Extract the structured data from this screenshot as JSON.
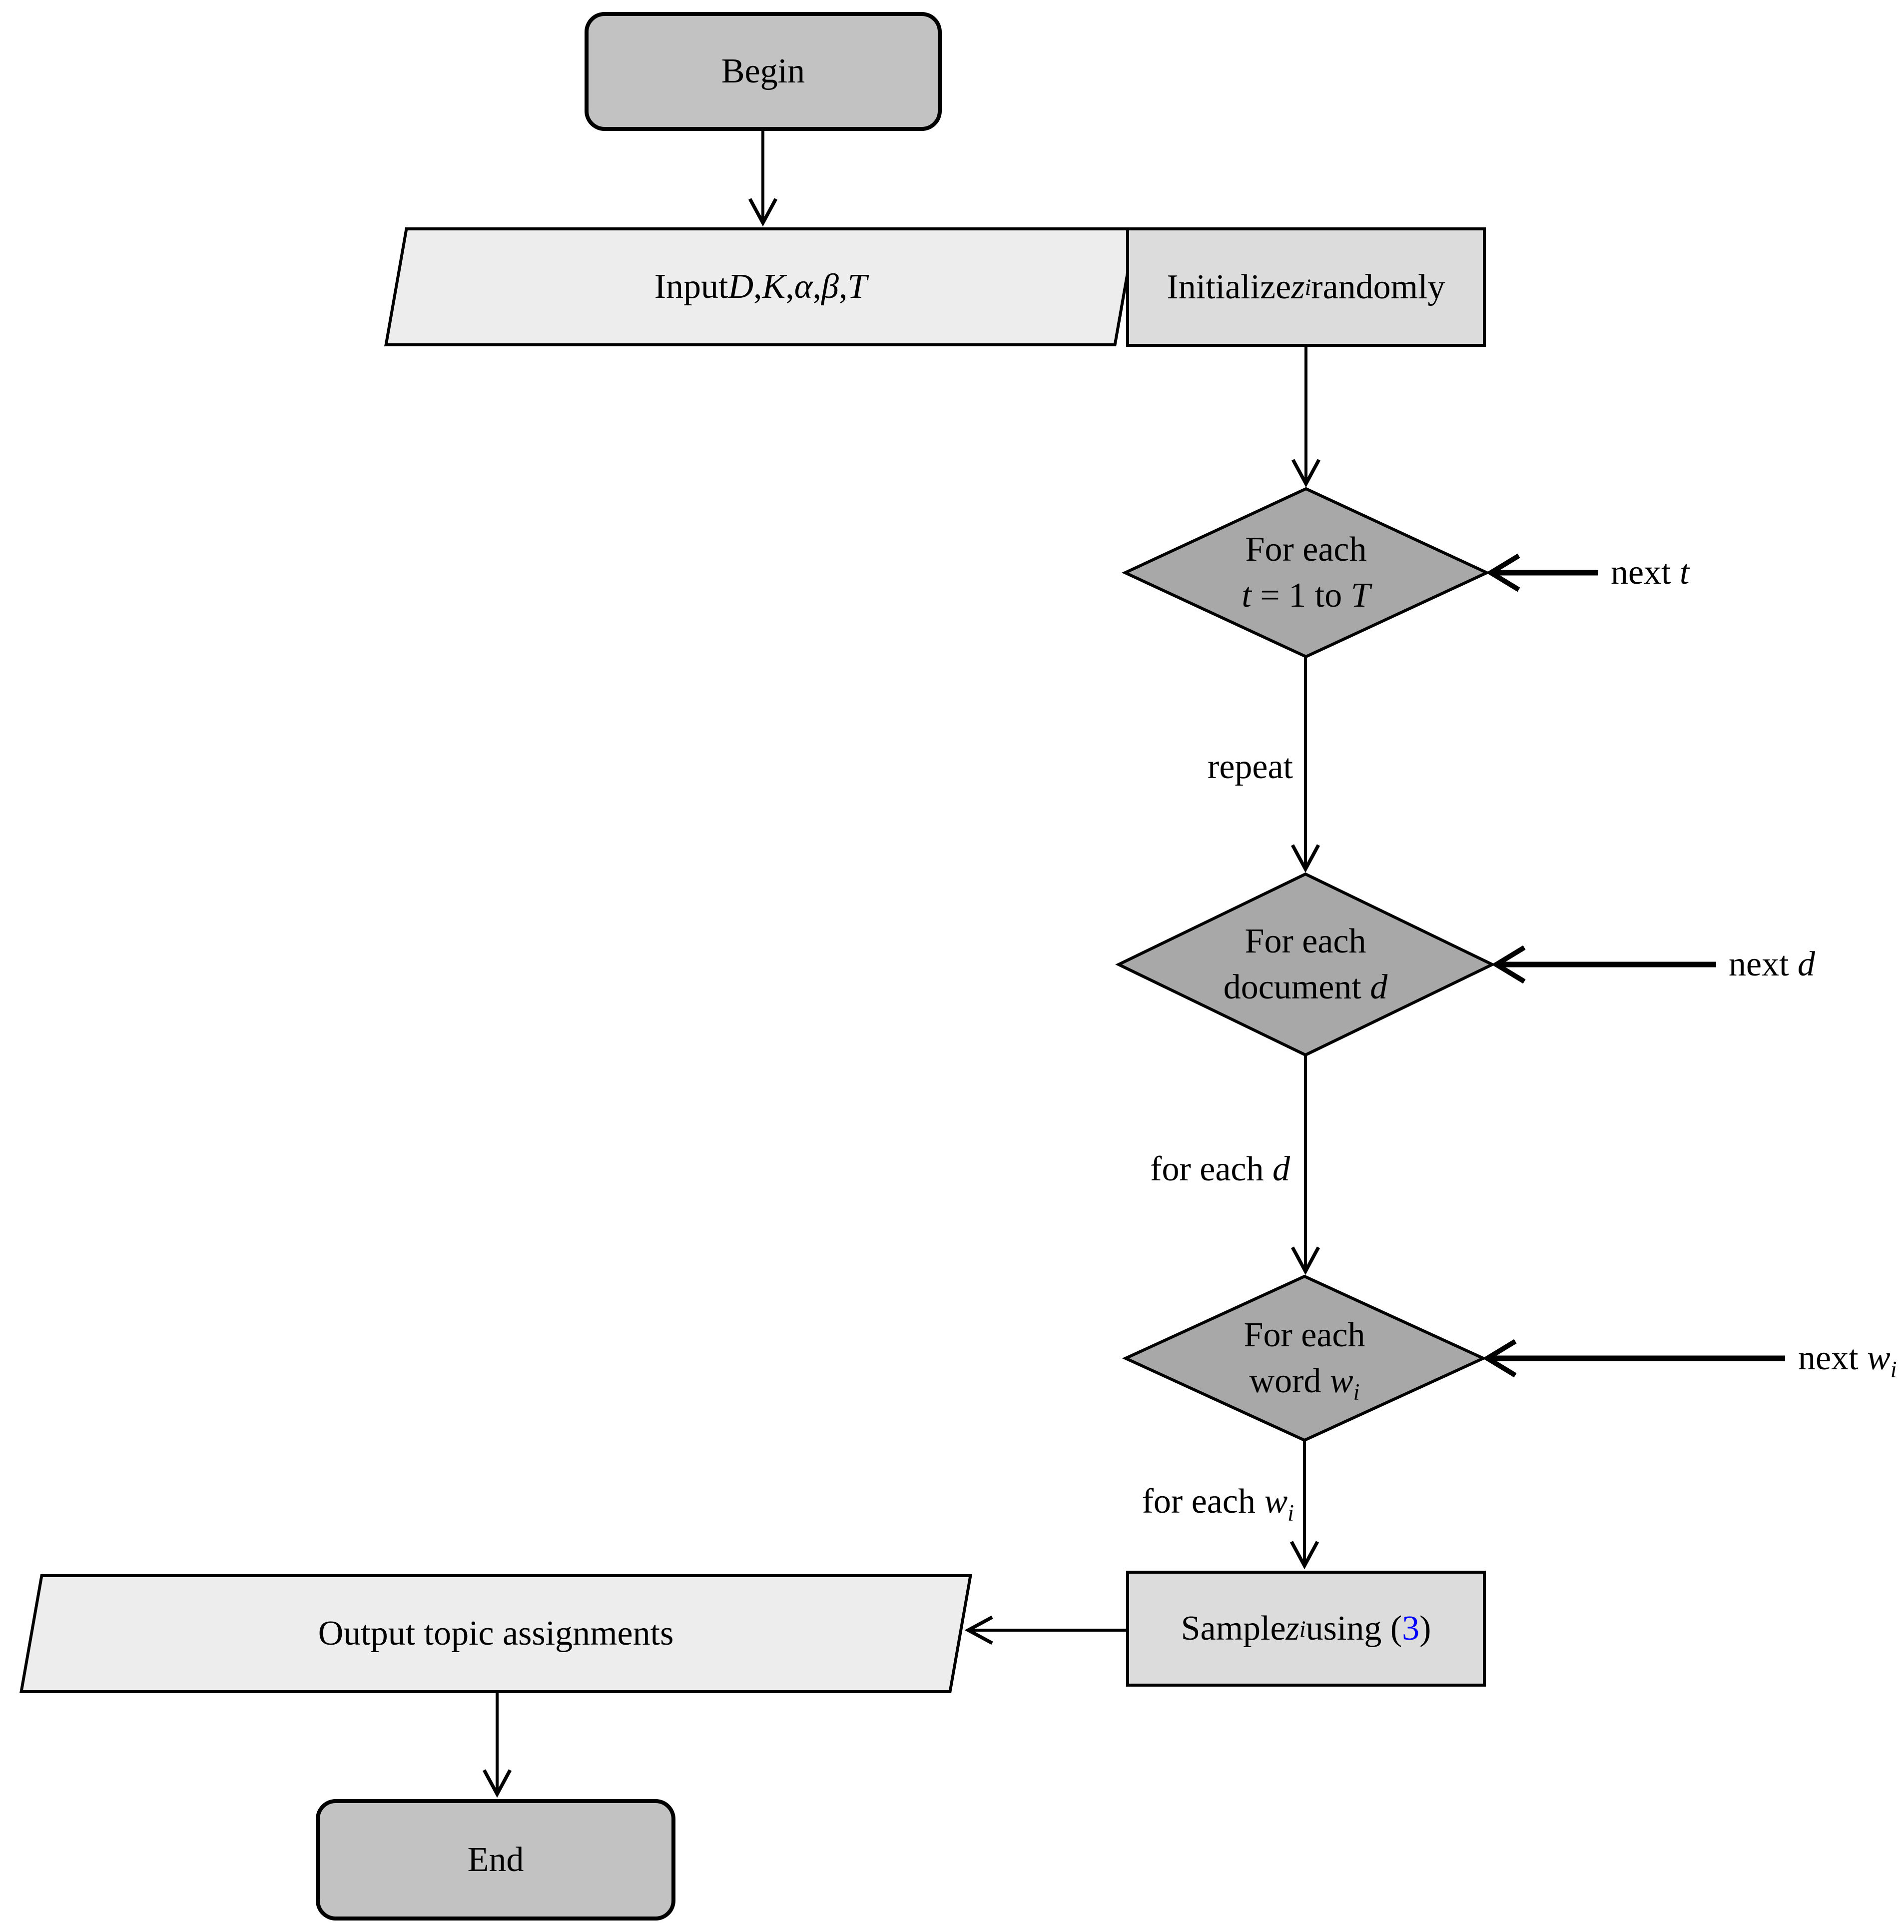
{
  "flowchart": {
    "title": "LDA Gibbs sampling flowchart",
    "colors": {
      "terminal_fill": "#c2c2c2",
      "io_fill": "#ededed",
      "process_fill": "#dcdcdc",
      "decision_fill": "#a8a8a8",
      "line": "#000000",
      "link": "#0000ff"
    },
    "nodes": {
      "begin": {
        "label": "Begin"
      },
      "input": {
        "segments": [
          {
            "t": "Input "
          },
          {
            "t": "D",
            "i": true
          },
          {
            "t": ", "
          },
          {
            "t": "K",
            "i": true
          },
          {
            "t": ", "
          },
          {
            "t": "α",
            "i": true
          },
          {
            "t": ", "
          },
          {
            "t": "β",
            "i": true
          },
          {
            "t": ", "
          },
          {
            "t": "T",
            "i": true
          }
        ]
      },
      "initialize": {
        "segments": [
          {
            "t": "Initialize "
          },
          {
            "t": "z",
            "i": true
          },
          {
            "t": "i",
            "i": true,
            "sub": true
          },
          {
            "t": " randomly"
          }
        ]
      },
      "loop_t": {
        "line1": [
          {
            "t": "For each"
          }
        ],
        "line2": [
          {
            "t": "t",
            "i": true
          },
          {
            "t": " = 1 to "
          },
          {
            "t": "T",
            "i": true
          }
        ]
      },
      "loop_d": {
        "line1": [
          {
            "t": "For each"
          }
        ],
        "line2": [
          {
            "t": "document "
          },
          {
            "t": "d",
            "i": true
          }
        ]
      },
      "loop_w": {
        "line1": [
          {
            "t": "For each"
          }
        ],
        "line2": [
          {
            "t": "word "
          },
          {
            "t": "w",
            "i": true
          },
          {
            "t": "i",
            "i": true,
            "sub": true
          }
        ]
      },
      "sample": {
        "segments": [
          {
            "t": "Sample "
          },
          {
            "t": "z",
            "i": true
          },
          {
            "t": "i",
            "i": true,
            "sub": true
          },
          {
            "t": " using ("
          },
          {
            "t": "3",
            "c": "#0000ff",
            "link": true
          },
          {
            "t": ")"
          }
        ]
      },
      "output": {
        "label": "Output topic assignments"
      },
      "end": {
        "label": "End"
      }
    },
    "edge_labels": {
      "repeat": {
        "label": "repeat"
      },
      "for_each_d": {
        "segments": [
          {
            "t": "for each "
          },
          {
            "t": "d",
            "i": true
          }
        ]
      },
      "for_each_wi": {
        "segments": [
          {
            "t": "for each "
          },
          {
            "t": "w",
            "i": true
          },
          {
            "t": "i",
            "i": true,
            "sub": true
          }
        ]
      },
      "next_t": {
        "segments": [
          {
            "t": "next "
          },
          {
            "t": "t",
            "i": true
          }
        ]
      },
      "next_d": {
        "segments": [
          {
            "t": "next "
          },
          {
            "t": "d",
            "i": true
          }
        ]
      },
      "next_wi": {
        "segments": [
          {
            "t": "next "
          },
          {
            "t": "w",
            "i": true
          },
          {
            "t": "i",
            "i": true,
            "sub": true
          }
        ]
      }
    }
  }
}
